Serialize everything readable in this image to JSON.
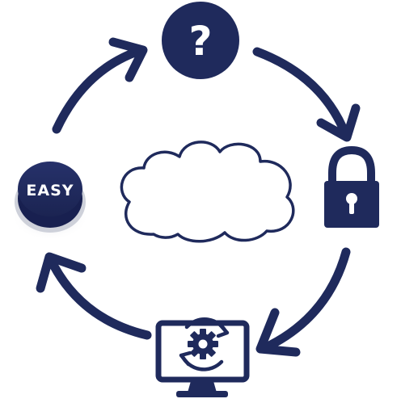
{
  "diagram": {
    "easy_button": {
      "label": "EASY",
      "icon": "push-button"
    },
    "question": {
      "glyph": "?",
      "icon": "question-mark-icon"
    },
    "lock": {
      "icon": "padlock-icon"
    },
    "monitor": {
      "icon": "monitor-gear-refresh-icon"
    },
    "cloud": {
      "icon": "cloud-outline-icon"
    },
    "cycle": {
      "direction": "clockwise",
      "arrow_count": 4
    }
  },
  "colors": {
    "navy": "#1f2a5c",
    "white": "#ffffff",
    "shadow": "#d7d9e0"
  }
}
